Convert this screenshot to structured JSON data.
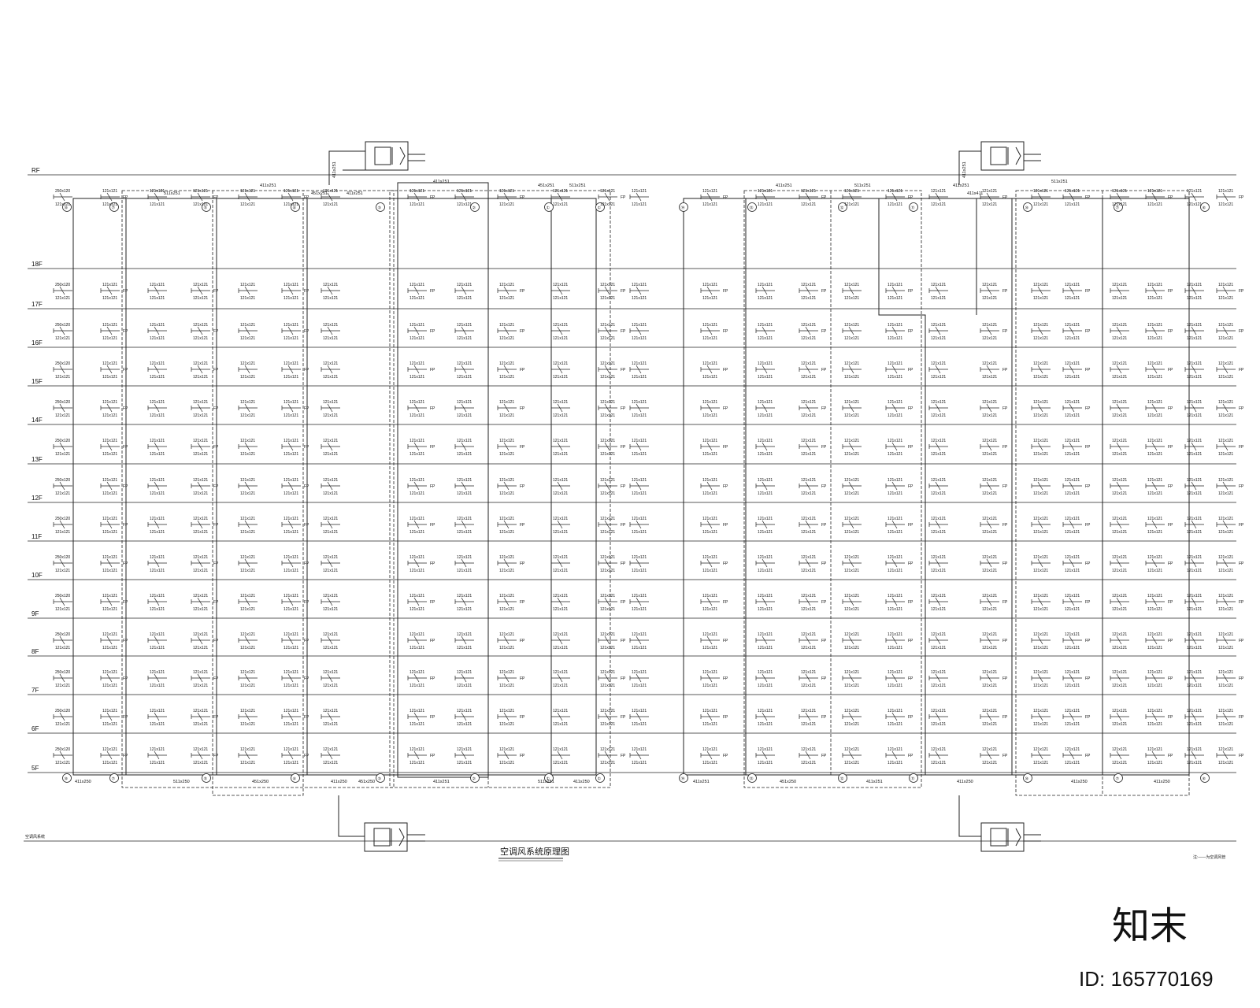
{
  "floors": [
    "RF",
    "18F",
    "17F",
    "16F",
    "15F",
    "14F",
    "13F",
    "12F",
    "11F",
    "10F",
    "9F",
    "8F",
    "7F",
    "6F",
    "5F"
  ],
  "columns_top": [
    "⑩",
    "⑦",
    "⑤",
    "④",
    "③",
    "②",
    "①",
    "①",
    "⑭",
    "⑬",
    "⑫",
    "⑪",
    "⑩",
    "⑦",
    "⑥"
  ],
  "top_duct_labels": [
    "511x251",
    "411x251",
    "451x251",
    "411x251",
    "411x251",
    "451x251",
    "511x251",
    "411x251",
    "511x251",
    "411x251",
    "511x251",
    "411x411"
  ],
  "bottom_duct_labels": [
    "411x250",
    "511x250",
    "451x250",
    "411x250",
    "451x250",
    "411x251",
    "511x251",
    "411x250",
    "411x251",
    "451x250",
    "411x251",
    "411x250",
    "411x250",
    "411x250"
  ],
  "riser_label": "411x251",
  "row_first_label": "250x120",
  "row_label": "121x121",
  "terminal_label": "FP",
  "bottom_left_note": "空调风系统",
  "title": "空调风系统原理图",
  "bottom_right_note": "注:——为空调风管",
  "watermark_brand": "知末",
  "watermark_id": "ID: 165770169"
}
